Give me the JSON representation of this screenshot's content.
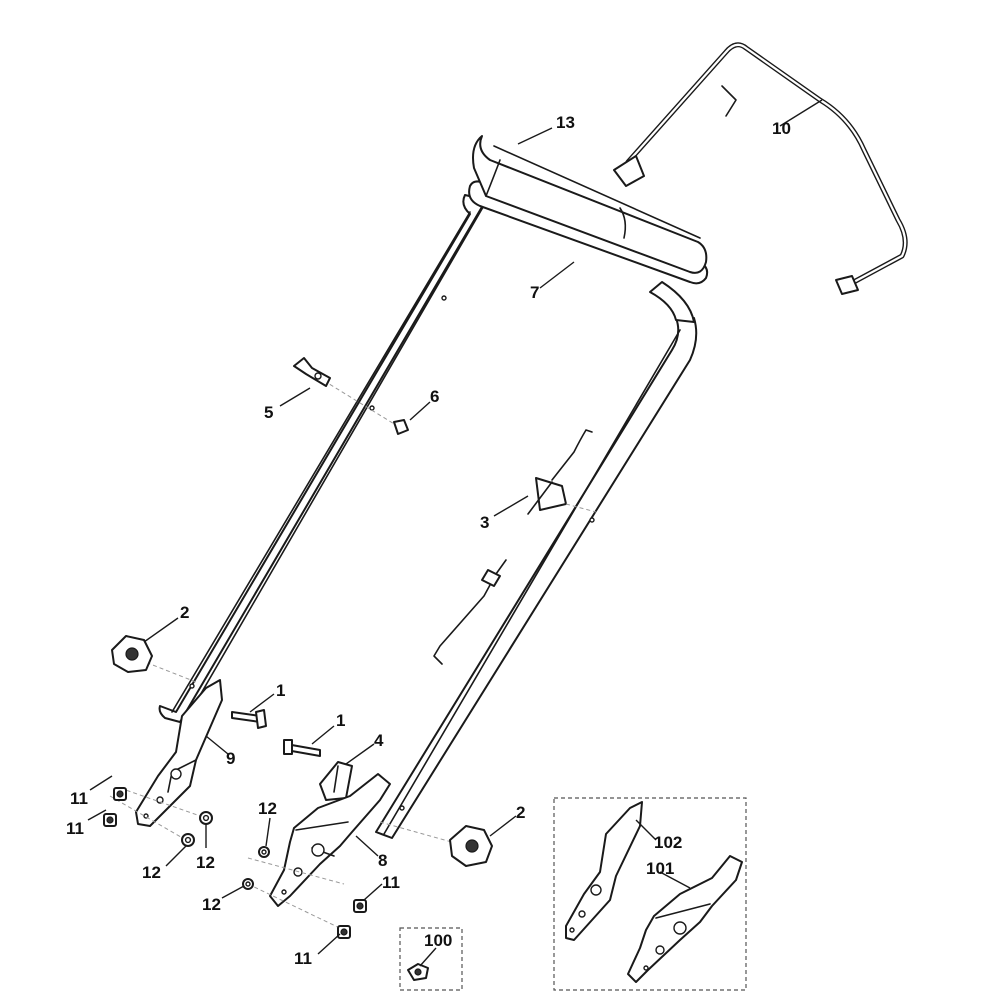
{
  "callouts": {
    "c1a": "1",
    "c1b": "1",
    "c2a": "2",
    "c2b": "2",
    "c3": "3",
    "c4": "4",
    "c5": "5",
    "c6": "6",
    "c7": "7",
    "c8": "8",
    "c9": "9",
    "c10": "10",
    "c11a": "11",
    "c11b": "11",
    "c11c": "11",
    "c11d": "11",
    "c12a": "12",
    "c12b": "12",
    "c12c": "12",
    "c12d": "12",
    "c13": "13",
    "c100": "100",
    "c101": "101",
    "c102": "102"
  },
  "colors": {
    "line": "#1a1a1a",
    "background": "#ffffff",
    "axis": "#9a9a9a"
  }
}
